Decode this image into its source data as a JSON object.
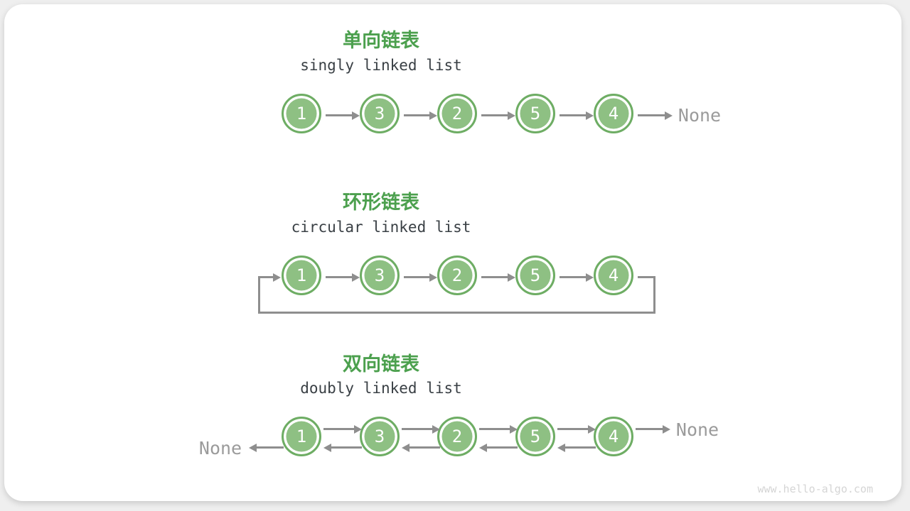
{
  "colors": {
    "page_bg": "#efefef",
    "card_bg": "#ffffff",
    "node_fill": "#8ec083",
    "node_border": "#6ead64",
    "title_green": "#4ca04e",
    "subtitle_dark": "#3a4045",
    "arrow_gray": "#8e8e8e",
    "none_gray": "#9b9b9b",
    "watermark_gray": "#d5d5d5"
  },
  "sections": {
    "singly": {
      "title_zh": "单向链表",
      "title_en": "singly linked list",
      "nodes": [
        "1",
        "3",
        "2",
        "5",
        "4"
      ],
      "tail_label": "None"
    },
    "circular": {
      "title_zh": "环形链表",
      "title_en": "circular linked list",
      "nodes": [
        "1",
        "3",
        "2",
        "5",
        "4"
      ]
    },
    "doubly": {
      "title_zh": "双向链表",
      "title_en": "doubly linked list",
      "nodes": [
        "1",
        "3",
        "2",
        "5",
        "4"
      ],
      "head_label": "None",
      "tail_label": "None"
    }
  },
  "footer": {
    "watermark": "www.hello-algo.com"
  }
}
